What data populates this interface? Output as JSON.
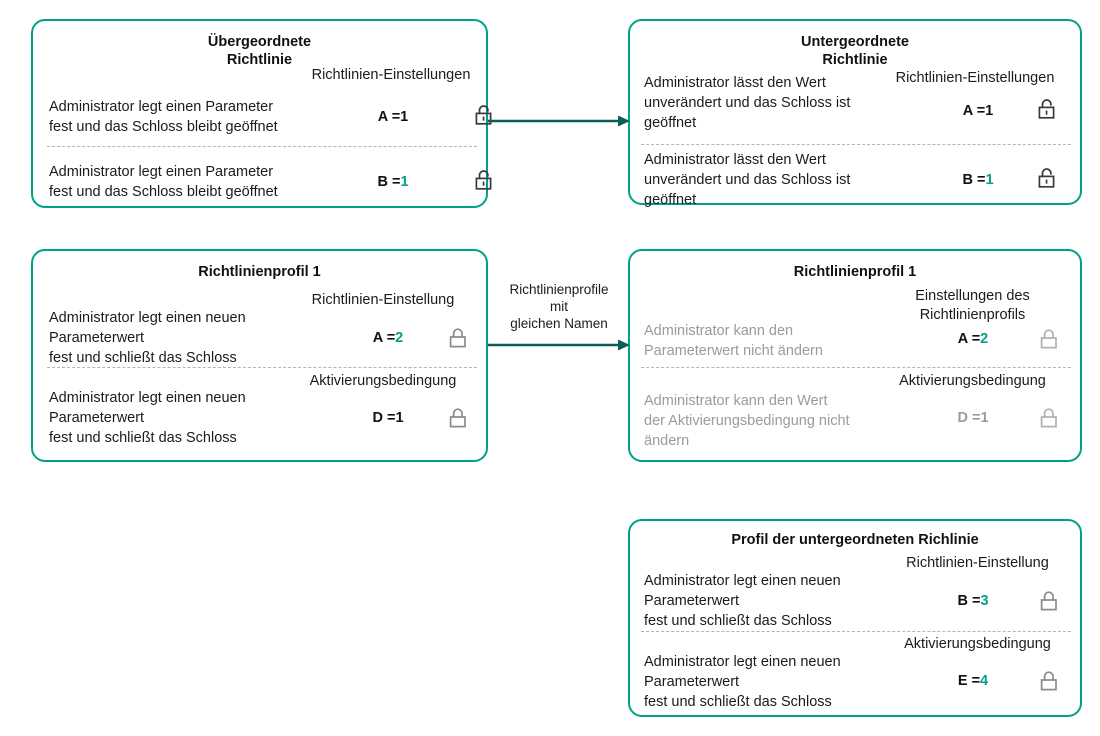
{
  "theme": {
    "accent": "#00a188",
    "arrow": "#0d5f53",
    "text": "#1b1b1b",
    "muted": "#9b9b9b",
    "divider": "#b5b5b5"
  },
  "boxes": [
    {
      "id": "parent-policy",
      "title": "Übergeordnete\nRichtlinie",
      "rows": [
        {
          "description": "Administrator legt einen Parameter\nfest und das Schloss bleibt geöffnet",
          "header": "Richtlinien-Einstellungen",
          "param": "A",
          "equals": "=",
          "value": "1",
          "value_color": "black",
          "lock": "lock-open-icon",
          "muted": false
        },
        {
          "description": "Administrator legt einen Parameter\nfest und das Schloss bleibt geöffnet",
          "header": "",
          "param": "B",
          "equals": "=",
          "value": "1",
          "value_color": "teal",
          "lock": "lock-open-icon",
          "muted": false
        }
      ]
    },
    {
      "id": "child-policy",
      "title": "Untergeordnete\nRichtlinie",
      "rows": [
        {
          "description": "Administrator lässt den Wert\nunverändert und das Schloss ist\ngeöffnet",
          "header": "Richtlinien-Einstellungen",
          "param": "A",
          "equals": "=",
          "value": "1",
          "value_color": "black",
          "lock": "lock-open-icon",
          "muted": false
        },
        {
          "description": "Administrator lässt den Wert\nunverändert und das Schloss ist\ngeöffnet",
          "header": "",
          "param": "B",
          "equals": "=",
          "value": "1",
          "value_color": "teal",
          "lock": "lock-open-icon",
          "muted": false
        }
      ]
    },
    {
      "id": "policy-profile-1-left",
      "title": "Richtlinienprofil 1",
      "rows": [
        {
          "description": "Administrator legt einen neuen\nParameterwert\nfest und schließt das Schloss",
          "header": "Richtlinien-Einstellung",
          "param": "A",
          "equals": "=",
          "value": "2",
          "value_color": "teal",
          "lock": "lock-closed-icon",
          "muted": false
        },
        {
          "description": "Administrator legt einen neuen\nParameterwert\nfest und schließt das Schloss",
          "header": "Aktivierungsbedingung",
          "param": "D",
          "equals": "=",
          "value": "1",
          "value_color": "black",
          "lock": "lock-closed-icon",
          "muted": false
        }
      ]
    },
    {
      "id": "policy-profile-1-right",
      "title": "Richtlinienprofil 1",
      "rows": [
        {
          "description": "Administrator kann den\nParameterwert nicht ändern",
          "header": "Einstellungen des\nRichtlinienprofils",
          "param": "A",
          "equals": "=",
          "value": "2",
          "value_color": "teal",
          "lock": "lock-closed-icon",
          "muted": true
        },
        {
          "description": "Administrator kann den Wert\nder Aktivierungsbedingung nicht\nändern",
          "header": "Aktivierungsbedingung",
          "param": "D",
          "equals": "=",
          "value": "1",
          "value_color": "muted",
          "lock": "lock-closed-icon",
          "muted": true
        }
      ]
    },
    {
      "id": "child-policy-profile",
      "title": "Profil der untergeordneten Richlinie",
      "rows": [
        {
          "description": "Administrator legt einen neuen\nParameterwert\nfest und schließt das Schloss",
          "header": "Richtlinien-Einstellung",
          "param": "B",
          "equals": "=",
          "value": "3",
          "value_color": "teal",
          "lock": "lock-closed-icon",
          "muted": false
        },
        {
          "description": "Administrator legt einen neuen\nParameterwert\nfest und schließt das Schloss",
          "header": "Aktivierungsbedingung",
          "param": "E",
          "equals": "=",
          "value": "4",
          "value_color": "teal",
          "lock": "lock-closed-icon",
          "muted": false
        }
      ]
    }
  ],
  "arrows": [
    {
      "id": "arrow-top",
      "label": ""
    },
    {
      "id": "arrow-middle",
      "label": "Richtlinienprofile\nmit\ngleichen Namen"
    }
  ]
}
